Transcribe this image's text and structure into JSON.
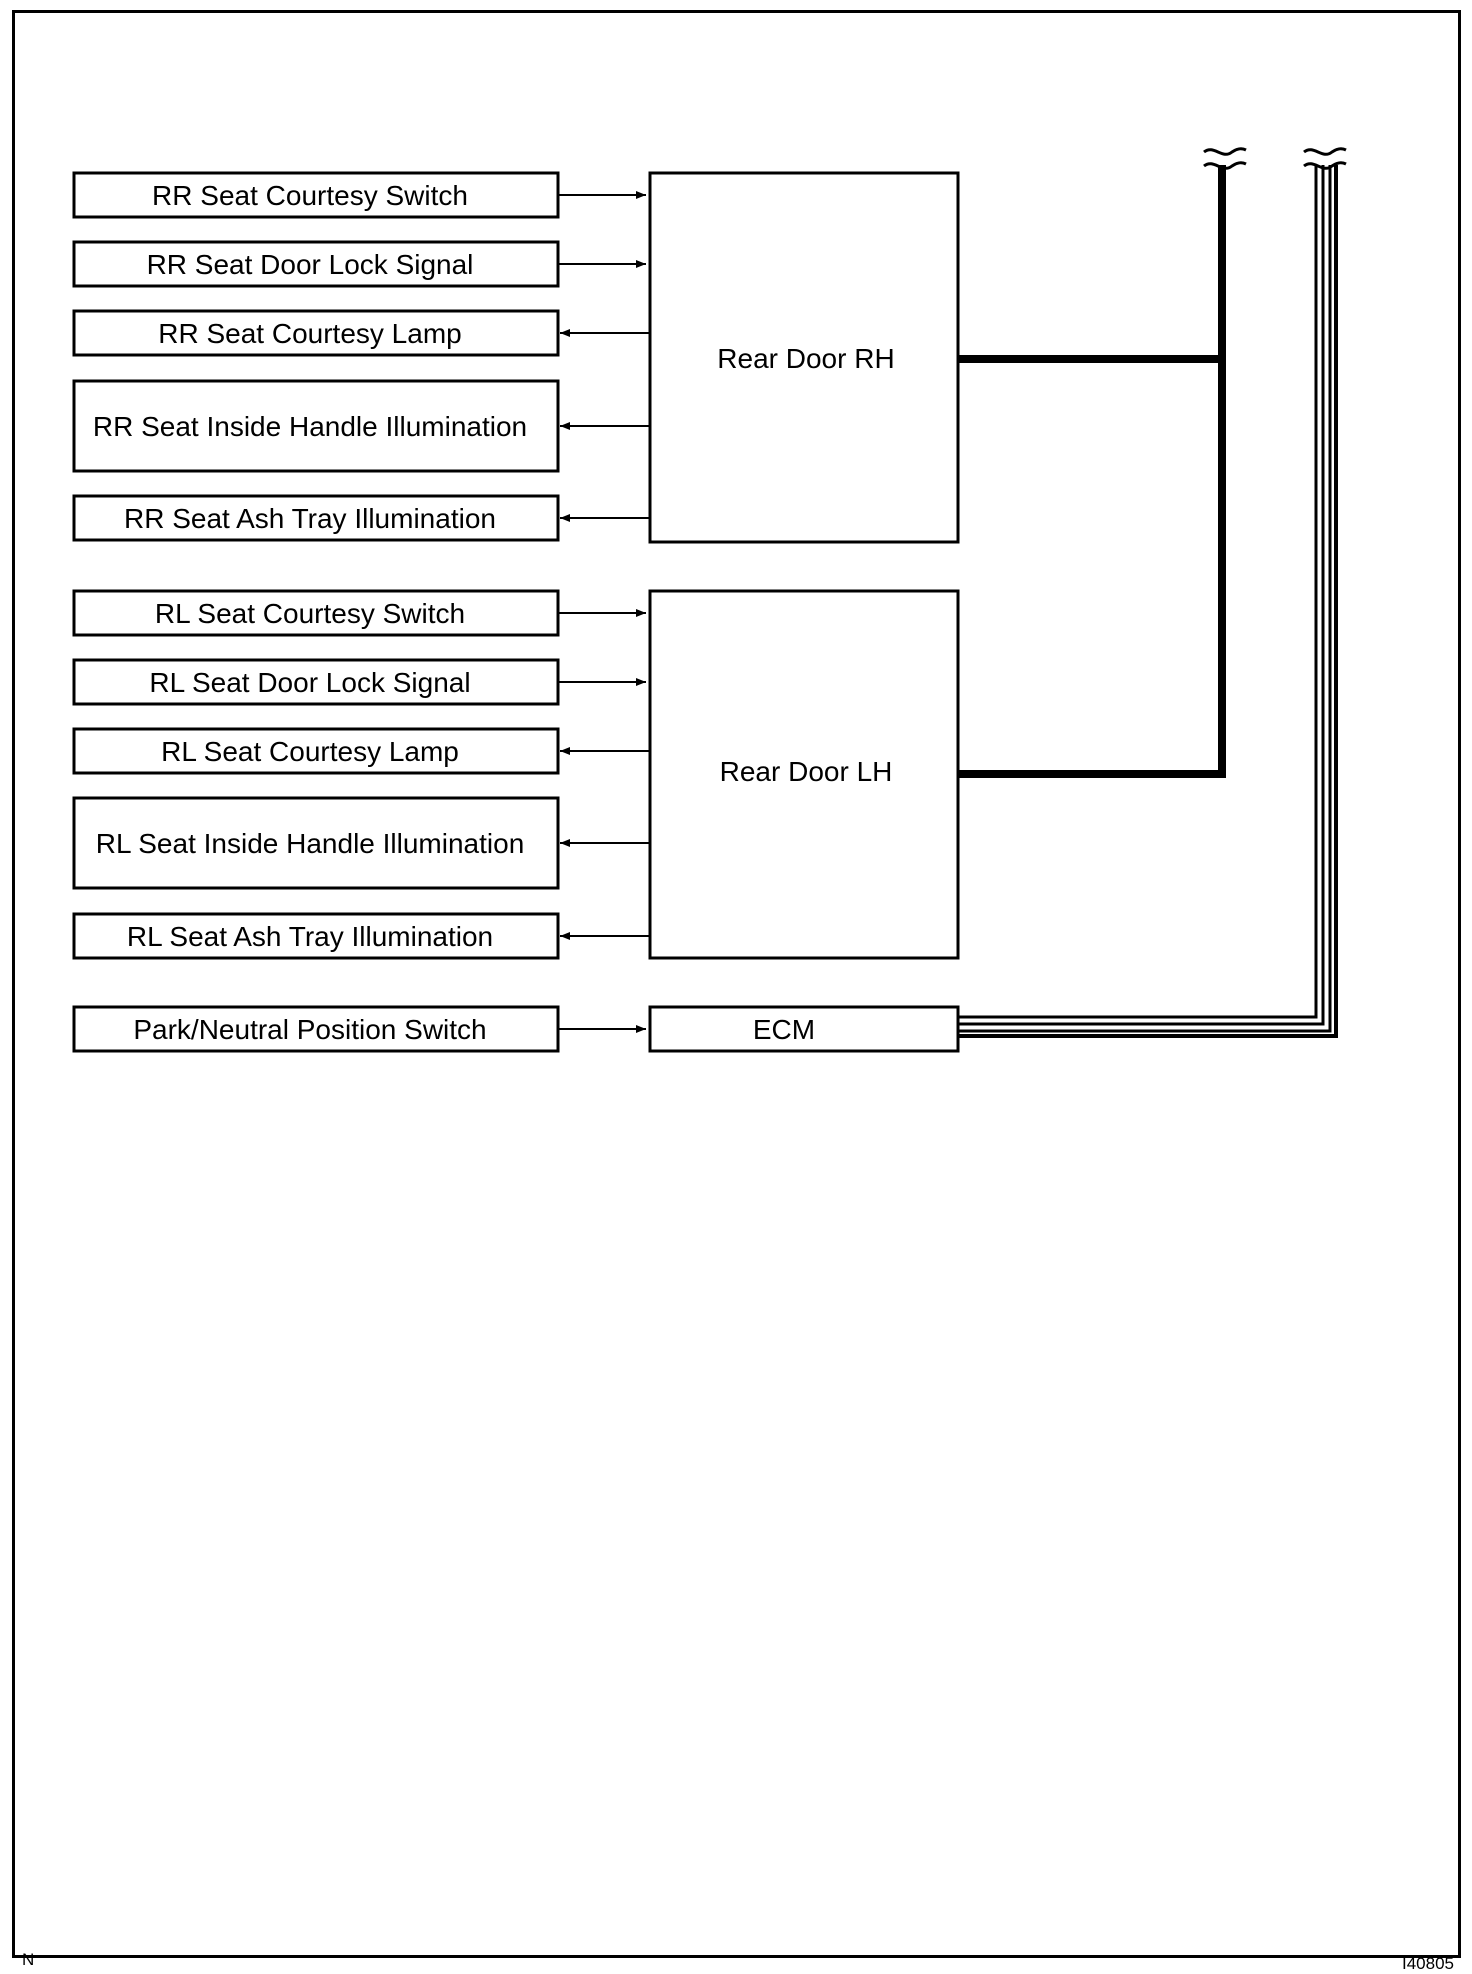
{
  "inputs": [
    {
      "label": "RR Seat Courtesy Switch",
      "direction": "in",
      "module": "rear_door_rh"
    },
    {
      "label": "RR Seat Door Lock Signal",
      "direction": "in",
      "module": "rear_door_rh"
    },
    {
      "label": "RR Seat Courtesy Lamp",
      "direction": "out",
      "module": "rear_door_rh"
    },
    {
      "label": "RR Seat Inside Handle Illumination",
      "direction": "out",
      "module": "rear_door_rh"
    },
    {
      "label": "RR Seat Ash Tray Illumination",
      "direction": "out",
      "module": "rear_door_rh"
    },
    {
      "label": "RL Seat Courtesy Switch",
      "direction": "in",
      "module": "rear_door_lh"
    },
    {
      "label": "RL Seat Door Lock Signal",
      "direction": "in",
      "module": "rear_door_lh"
    },
    {
      "label": "RL Seat Courtesy Lamp",
      "direction": "out",
      "module": "rear_door_lh"
    },
    {
      "label": "RL Seat Inside Handle Illumination",
      "direction": "out",
      "module": "rear_door_lh"
    },
    {
      "label": "RL Seat Ash Tray Illumination",
      "direction": "out",
      "module": "rear_door_lh"
    },
    {
      "label": "Park/Neutral Position Switch",
      "direction": "in",
      "module": "ecm"
    }
  ],
  "modules": {
    "rear_door_rh": "Rear Door RH",
    "rear_door_lh": "Rear Door LH",
    "ecm": "ECM"
  },
  "bus": {
    "body_bus": "thick single line",
    "ecm_bus": "triple line"
  },
  "footer": {
    "left_code": "N",
    "right_code": "I40805"
  }
}
